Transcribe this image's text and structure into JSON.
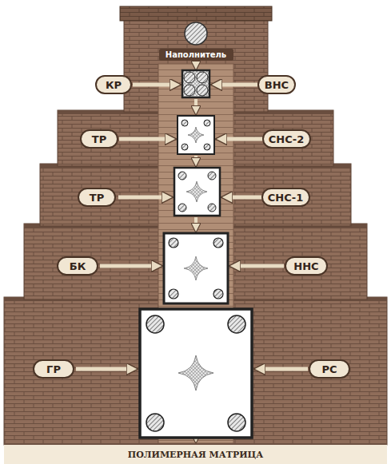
{
  "diagram": {
    "nodes": [
      {
        "text": [
          "Наполнитель"
        ]
      },
      {
        "text": [
          "КР"
        ]
      },
      {
        "text": [
          "ВНС"
        ]
      },
      {
        "text": [
          "ТР"
        ]
      },
      {
        "text": [
          "СНС-2"
        ]
      },
      {
        "text": [
          "ТР"
        ]
      },
      {
        "text": [
          "СНС-1"
        ]
      },
      {
        "text": [
          "БК"
        ]
      },
      {
        "text": [
          "ННС"
        ]
      },
      {
        "text": [
          "ГР"
        ]
      },
      {
        "text": [
          "РС"
        ]
      },
      {
        "text": [
          "ПОЛИМЕРНАЯ МАТРИЦА"
        ]
      }
    ]
  }
}
